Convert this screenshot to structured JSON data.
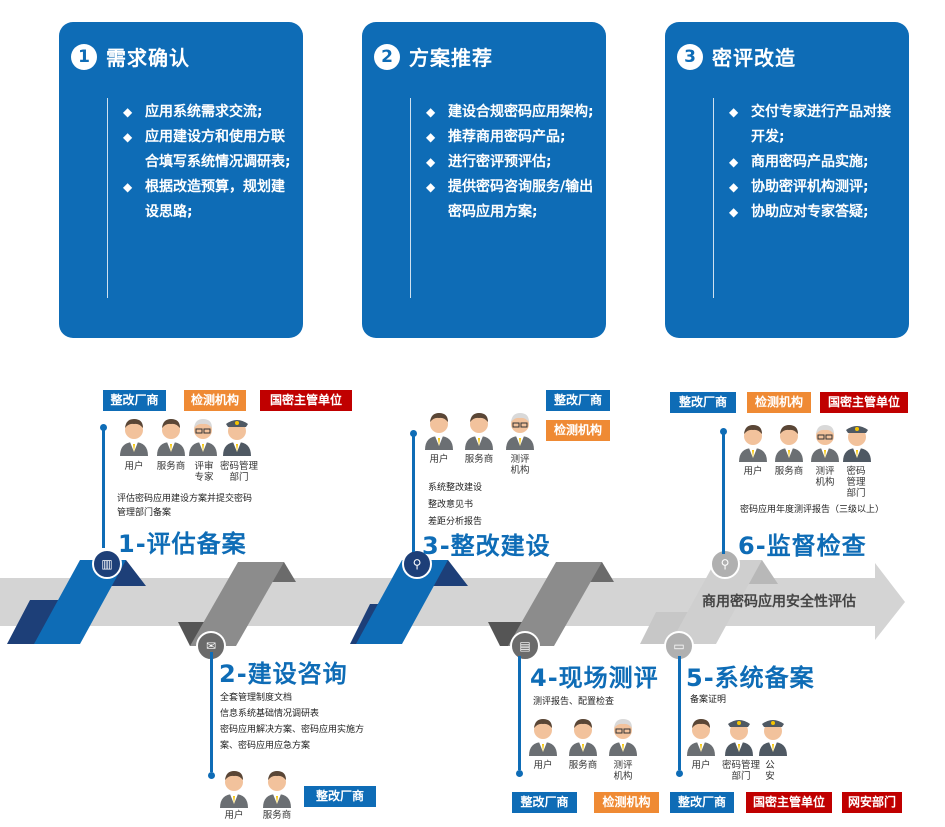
{
  "cards": [
    {
      "num": "1",
      "title": "需求确认",
      "items": [
        "应用系统需求交流;",
        "应用建设方和使用方联合填写系统情况调研表;",
        "根据改造预算，规划建设思路;"
      ]
    },
    {
      "num": "2",
      "title": "方案推荐",
      "items": [
        "建设合规密码应用架构;",
        "推荐商用密码产品;",
        "进行密评预评估;",
        "提供密码咨询服务/输出密码应用方案;"
      ]
    },
    {
      "num": "3",
      "title": "密评改造",
      "items": [
        "交付专家进行产品对接开发;",
        "商用密码产品实施;",
        "协助密评机构测评;",
        "协助应对专家答疑;"
      ]
    }
  ],
  "arrow_label": "商用密码应用安全性评估",
  "stages": {
    "s1": {
      "title": "1-评估备案",
      "tags": [
        "整改厂商",
        "检测机构",
        "国密主管单位"
      ],
      "people": [
        "用户",
        "服务商",
        "评审专家",
        "密码管理部门"
      ],
      "text": [
        "评估密码应用建设方案并提交密码",
        "管理部门备案"
      ]
    },
    "s2": {
      "title": "2-建设咨询",
      "tags": [
        "整改厂商"
      ],
      "people": [
        "用户",
        "服务商"
      ],
      "text": [
        "全套管理制度文档",
        "信息系统基础情况调研表",
        "密码应用解决方案、密码应用实施方",
        "案、密码应用应急方案"
      ]
    },
    "s3": {
      "title": "3-整改建设",
      "tags": [
        "整改厂商",
        "检测机构"
      ],
      "people": [
        "用户",
        "服务商",
        "测评机构"
      ],
      "text": [
        "系统整改建设",
        "整改意见书",
        "差距分析报告"
      ]
    },
    "s4": {
      "title": "4-现场测评",
      "tags": [
        "整改厂商",
        "检测机构"
      ],
      "people": [
        "用户",
        "服务商",
        "测评机构"
      ],
      "text": [
        "测评报告、配置检查"
      ]
    },
    "s5": {
      "title": "5-系统备案",
      "tags": [
        "整改厂商",
        "国密主管单位",
        "网安部门"
      ],
      "people": [
        "用户",
        "密码管理部门",
        "公安"
      ],
      "text": [
        "备案证明"
      ]
    },
    "s6": {
      "title": "6-监督检查",
      "tags": [
        "整改厂商",
        "检测机构",
        "国密主管单位"
      ],
      "people": [
        "用户",
        "服务商",
        "测评机构",
        "密码管理部门"
      ],
      "text": [
        "密码应用年度测评报告（三级以上）"
      ]
    }
  },
  "colors": {
    "blue": "#0e6cb6",
    "orange": "#ef8a34",
    "red": "#c00000",
    "gray": "#8c8c8c"
  }
}
